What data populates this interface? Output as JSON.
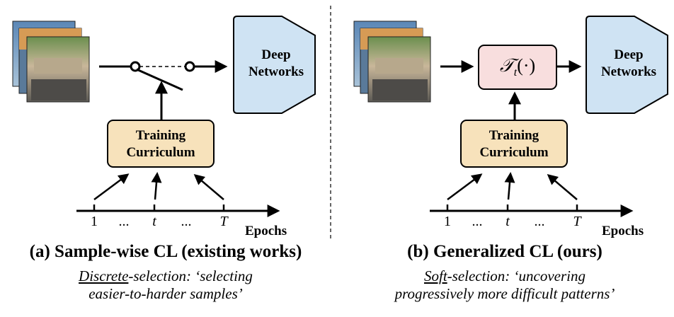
{
  "panel_a": {
    "network_label_line1": "Deep",
    "network_label_line2": "Networks",
    "curriculum_line1": "Training",
    "curriculum_line2": "Curriculum",
    "ticks": [
      "1",
      "...",
      "t",
      "...",
      "T"
    ],
    "axis_label": "Epochs",
    "caption": "(a) Sample-wise CL (existing works)",
    "desc_emph": "Discrete",
    "desc_rest": "-selection: ‘selecting",
    "desc_line2": "easier-to-harder samples’"
  },
  "panel_b": {
    "transform_label": "𝒯",
    "transform_sub": "t",
    "transform_arg": "(·)",
    "network_label_line1": "Deep",
    "network_label_line2": "Networks",
    "curriculum_line1": "Training",
    "curriculum_line2": "Curriculum",
    "ticks": [
      "1",
      "...",
      "t",
      "...",
      "T"
    ],
    "axis_label": "Epochs",
    "caption": "(b) Generalized CL (ours)",
    "desc_emph": "Soft",
    "desc_rest": "-selection: ‘uncovering",
    "desc_line2": "progressively more difficult patterns’"
  },
  "colors": {
    "network_fill": "#cfe3f3",
    "curriculum_fill": "#f7e2bb",
    "transform_fill": "#f8dede",
    "line": "#000000"
  }
}
